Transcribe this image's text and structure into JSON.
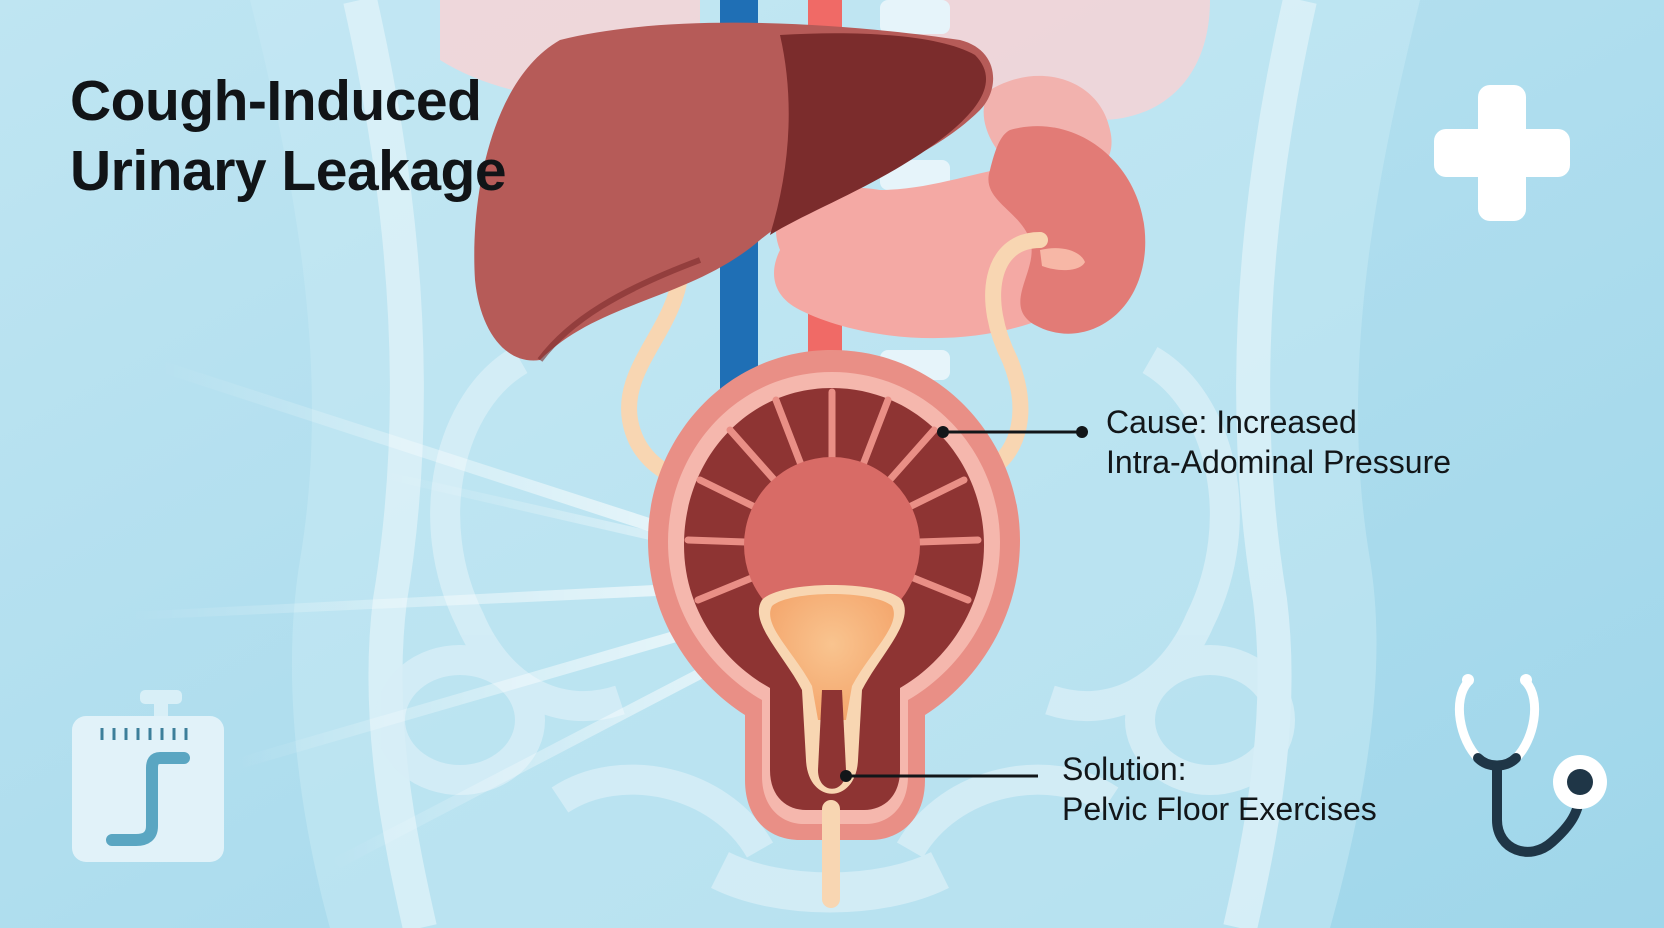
{
  "title": {
    "line1": "Cough-Induced",
    "line2": "Urinary Leakage"
  },
  "callouts": {
    "cause": {
      "line1": "Cause: Increased",
      "line2": "Intra-Adominal Pressure"
    },
    "solution": {
      "line1": "Solution:",
      "line2": "Pelvic Floor Exercises"
    }
  },
  "icons": [
    "medical-cross-icon",
    "timer-icon",
    "stethoscope-icon"
  ],
  "colors": {
    "background": "#a9dbec",
    "liver": "#b65b58",
    "liver_dark": "#7b2c2c",
    "stomach": "#f4a9a4",
    "kidney": "#e27b76",
    "vein": "#1f6fb5",
    "artery": "#f06a66",
    "bladder_outer": "#e98f86",
    "bladder_muscle": "#8e3433",
    "urine": "#f7b27a",
    "ureter": "#f8d6b2",
    "text": "#111417"
  }
}
